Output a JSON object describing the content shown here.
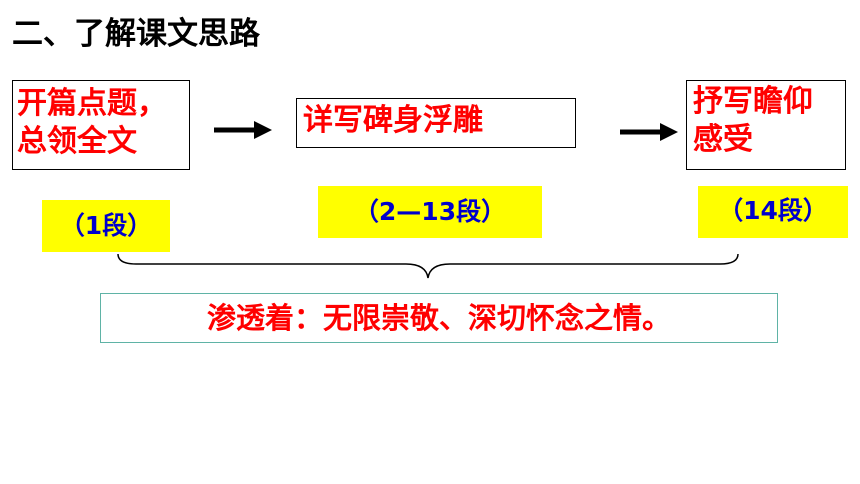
{
  "slide": {
    "title": "二、了解课文思路",
    "steps": [
      {
        "lines": [
          "开篇点题，",
          "总领全文"
        ],
        "paragraphs": "（1段）"
      },
      {
        "lines": [
          "详写碑身浮雕"
        ],
        "paragraphs": "（2—13段）"
      },
      {
        "lines": [
          "抒写瞻仰",
          "感受"
        ],
        "paragraphs": "（14段）"
      }
    ],
    "summary": "渗透着：无限崇敬、深切怀念之情。"
  },
  "colors": {
    "box_text": "#ff0000",
    "tag_background": "#ffff00",
    "tag_text": "#0000cc",
    "summary_border": "#5fb3a6"
  }
}
